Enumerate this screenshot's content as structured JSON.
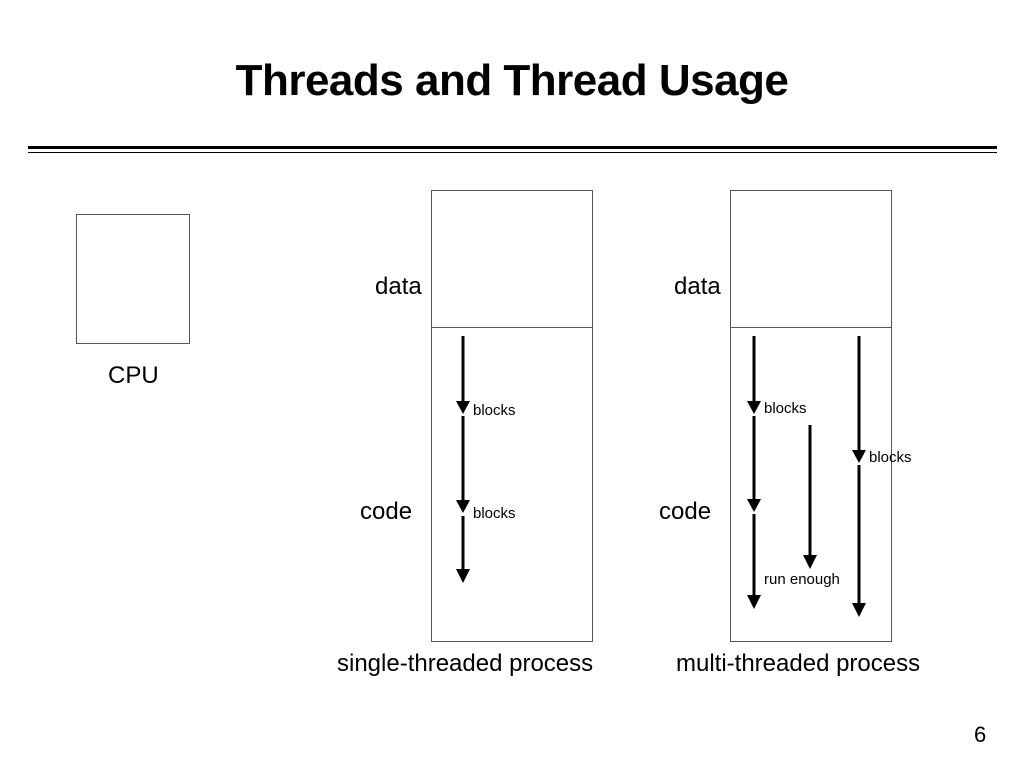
{
  "slide": {
    "title": "Threads and Thread Usage",
    "page_number": "6"
  },
  "cpu": {
    "label": "CPU"
  },
  "single": {
    "data_label": "data",
    "code_label": "code",
    "caption": "single-threaded process",
    "block_label_1": "blocks",
    "block_label_2": "blocks"
  },
  "multi": {
    "data_label": "data",
    "code_label": "code",
    "caption": "multi-threaded process",
    "block_label_1": "blocks",
    "block_label_2": "blocks",
    "run_label": "run enough"
  }
}
